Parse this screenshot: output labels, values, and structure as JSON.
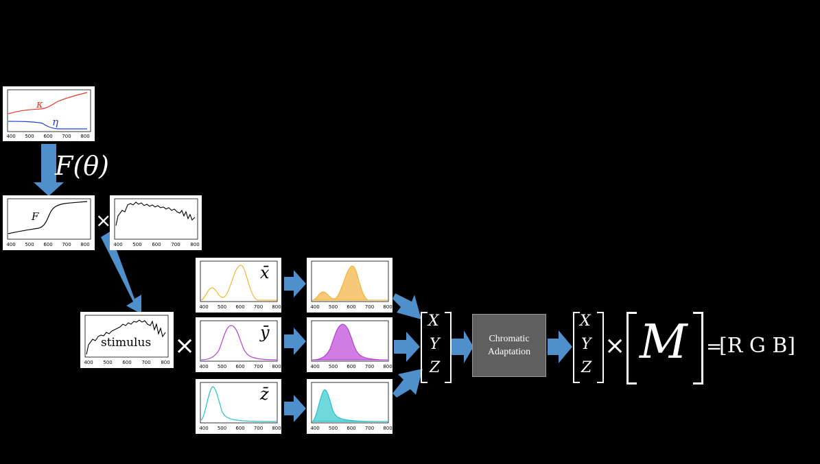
{
  "labels": {
    "kappa": "κ",
    "eta": "η",
    "fresnel_op": "F(θ)",
    "F": "F",
    "stimulus": "stimulus",
    "xbar": "x̄",
    "ybar": "ȳ",
    "zbar": "z̄",
    "times": "×",
    "equals": "="
  },
  "axis_ticks_short": [
    "400",
    "500",
    "600",
    "700",
    "800"
  ],
  "vector": {
    "X": "X",
    "Y": "Y",
    "Z": "Z"
  },
  "chromatic_box": {
    "line1": "Chromatic",
    "line2": "Adaptation"
  },
  "matrix": {
    "M": "M"
  },
  "rgb": "[R G B]",
  "colors": {
    "background": "#000000",
    "arrow": "#4f8fcc",
    "kappa": "#e8352a",
    "eta": "#1f3fd9",
    "x_curve": "#f5b332",
    "x_fill": "#f8c879",
    "y_curve": "#b340d4",
    "y_fill": "#d07ce3",
    "z_curve": "#24c1c9",
    "z_fill": "#6fd8db",
    "box": "#5f5f5f"
  }
}
